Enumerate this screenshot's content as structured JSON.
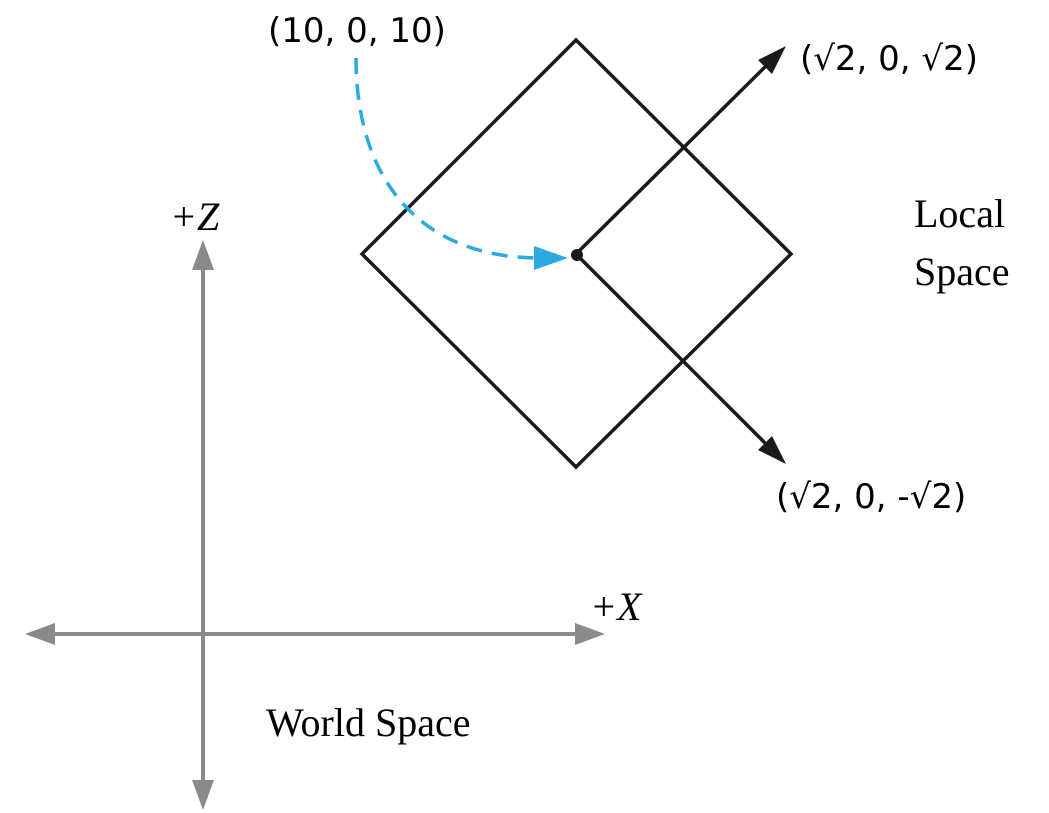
{
  "world_axes": {
    "z_label": "+Z",
    "x_label": "+X",
    "caption": "World Space",
    "color": "#8a8a8a"
  },
  "local_space": {
    "caption_line1": "Local",
    "caption_line2": "Space",
    "axis_1_label": "(√2, 0, √2)",
    "axis_2_label": "(√2, 0, -√2)",
    "color": "#1a1a1a"
  },
  "translation": {
    "label": "(10, 0, 10)",
    "color": "#29abe2"
  }
}
